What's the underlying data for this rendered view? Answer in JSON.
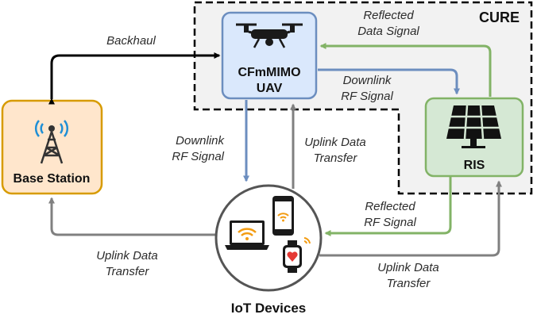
{
  "region": {
    "title": "CURE"
  },
  "nodes": {
    "uav": {
      "line1": "CFmMIMO",
      "line2": "UAV"
    },
    "base_station": {
      "label": "Base Station"
    },
    "ris": {
      "label": "RIS"
    },
    "iot": {
      "label": "IoT Devices"
    }
  },
  "edges": {
    "backhaul": {
      "label": "Backhaul"
    },
    "uav_to_ris": {
      "line1": "Downlink",
      "line2": "RF Signal"
    },
    "ris_to_uav": {
      "line1": "Reflected",
      "line2": "Data Signal"
    },
    "uav_to_iot": {
      "line1": "Downlink",
      "line2": "RF Signal"
    },
    "iot_to_uav": {
      "line1": "Uplink Data",
      "line2": "Transfer"
    },
    "ris_to_iot": {
      "line1": "Reflected",
      "line2": "RF Signal"
    },
    "iot_to_ris": {
      "line1": "Uplink Data",
      "line2": "Transfer"
    },
    "iot_to_bs": {
      "line1": "Uplink Data",
      "line2": "Transfer"
    }
  },
  "colors": {
    "blue": "#6c8ebf",
    "green": "#82b366",
    "gray": "#808080",
    "uav_fill": "#dae8fc",
    "bs_fill": "#ffe6cc",
    "bs_stroke": "#d79b00",
    "ris_fill": "#d5e8d4",
    "region_fill": "#f2f2f2"
  }
}
